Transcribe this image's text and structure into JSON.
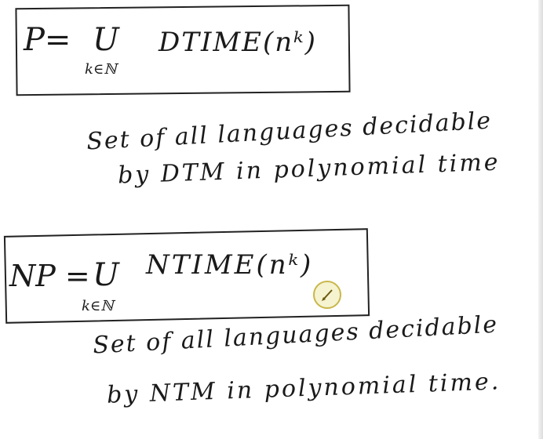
{
  "board": {
    "p_def": {
      "lhs": "P=",
      "union": "U",
      "index": "k∈ℕ",
      "rhs": "DTIME(nᵏ)"
    },
    "p_note": {
      "line1": "Set of all languages decidable",
      "line2": "by DTM in polynomial time"
    },
    "np_def": {
      "lhs": "NP =",
      "union": "U",
      "index": "k∈ℕ",
      "rhs": "NTIME(nᵏ)"
    },
    "np_note": {
      "line1": "Set of all languages decidable",
      "line2": "by NTM in polynomial time."
    },
    "pen_cursor_icon": "pen-icon",
    "colors": {
      "ink": "#1a1a1a",
      "cursor": "#c9b74a"
    }
  }
}
